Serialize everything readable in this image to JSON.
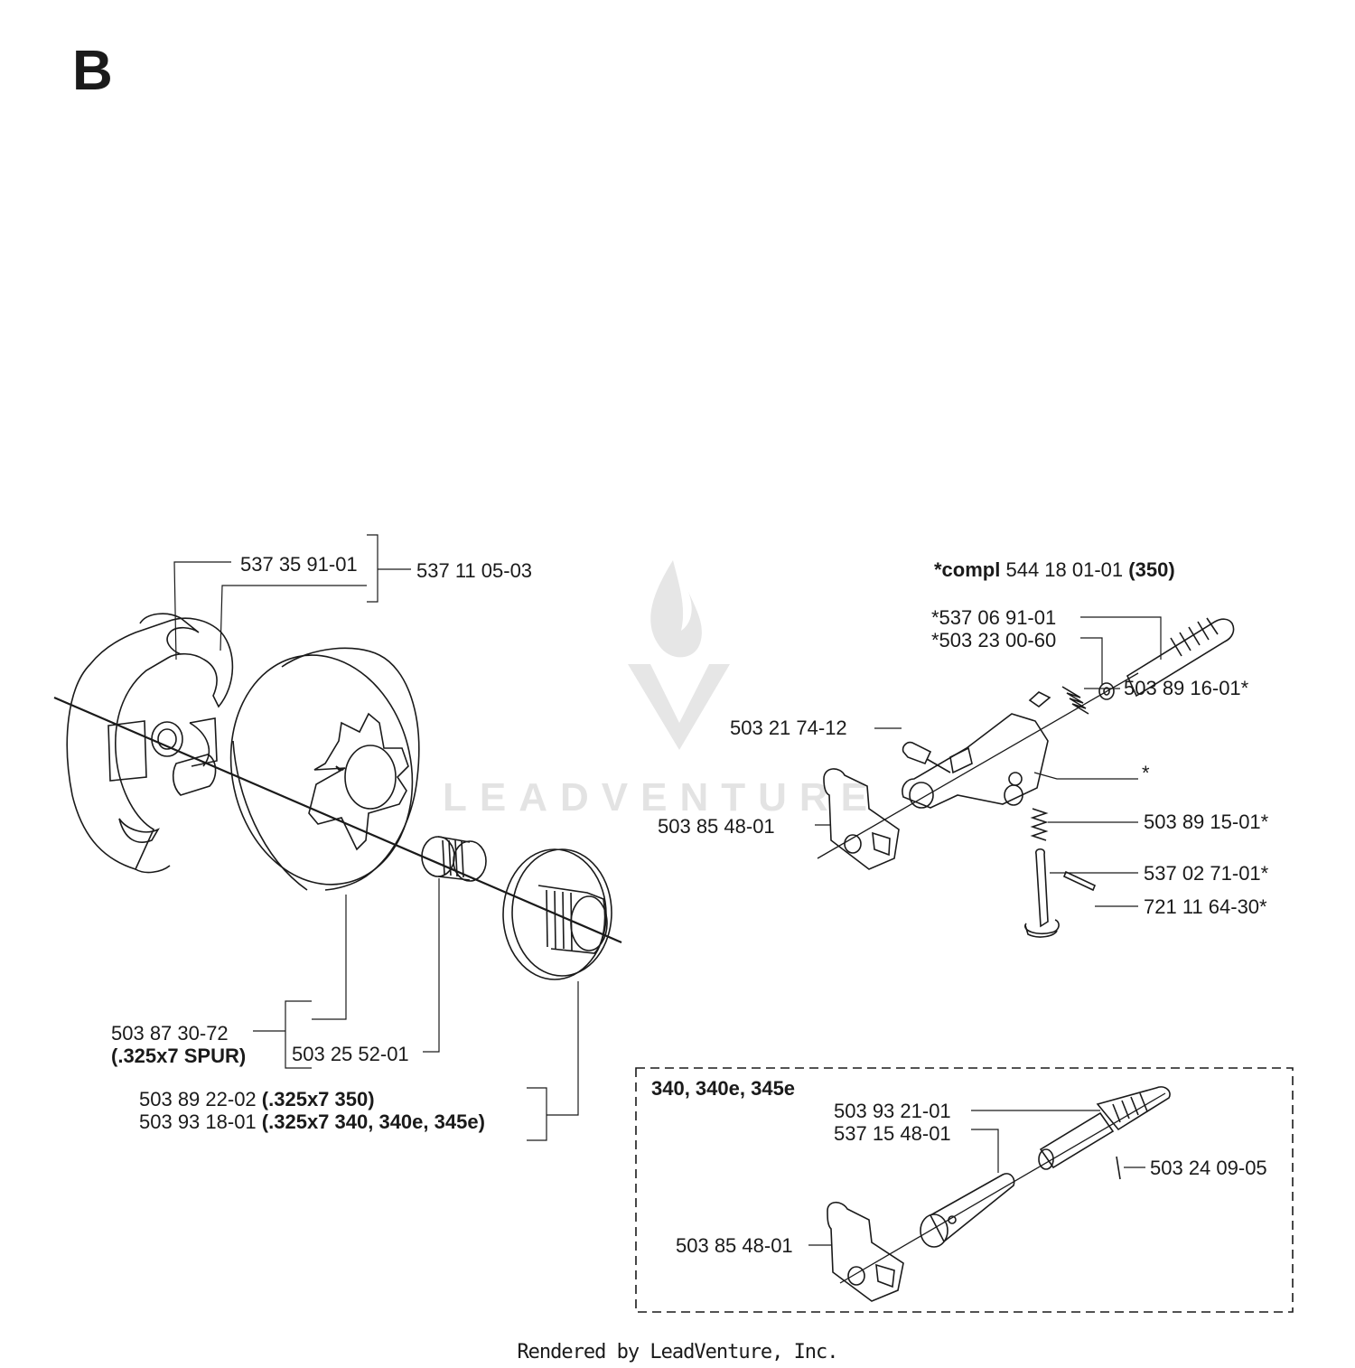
{
  "section_letter": "B",
  "watermark": "LEADVENTURE",
  "footer": "Rendered by LeadVenture, Inc.",
  "inset": {
    "title": "340, 340e, 345e"
  },
  "labels": {
    "l1": "537 35 91-01",
    "l2": "537 11 05-03",
    "l3": "503 87 30-72",
    "l3b": "(.325x7 SPUR)",
    "l4": "503 25 52-01",
    "l5a_num": "503 89 22-02",
    "l5a_txt": "(.325x7  350)",
    "l5b_num": "503 93 18-01",
    "l5b_txt": "(.325x7  340, 340e, 345e)",
    "r1_pre": "*compl",
    "r1_num": "544 18 01-01",
    "r1_post": "(350)",
    "r2": "*537 06 91-01",
    "r3": "*503 23 00-60",
    "r4": "503 21 74-12",
    "r5": "503 89 16-01*",
    "r6": "*",
    "r7": "503 85 48-01",
    "r8": "503 89 15-01*",
    "r9": "537 02 71-01*",
    "r10": "721 11 64-30*",
    "i1": "503 93 21-01",
    "i2": "537 15 48-01",
    "i3": "503 24 09-05",
    "i4": "503 85 48-01"
  }
}
